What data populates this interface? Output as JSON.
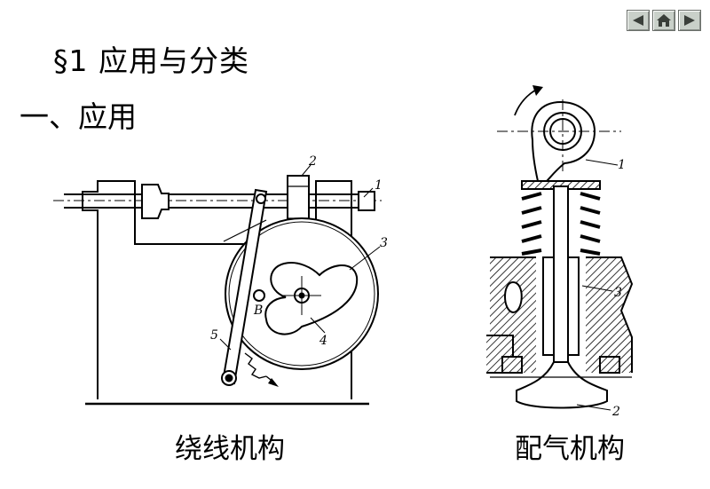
{
  "nav": {
    "prev_icon": "arrow-left-icon",
    "home_icon": "home-icon",
    "next_icon": "arrow-right-icon"
  },
  "slide": {
    "title": "§1 应用与分类",
    "subtitle": "一、应用"
  },
  "left_figure": {
    "caption": "绕线机构",
    "labels": {
      "l1": "1",
      "l2": "2",
      "l3": "3",
      "l4": "4",
      "l5": "5",
      "lB": "B"
    }
  },
  "right_figure": {
    "caption": "配气机构",
    "labels": {
      "r1": "1",
      "r2": "2",
      "r3": "3"
    }
  }
}
